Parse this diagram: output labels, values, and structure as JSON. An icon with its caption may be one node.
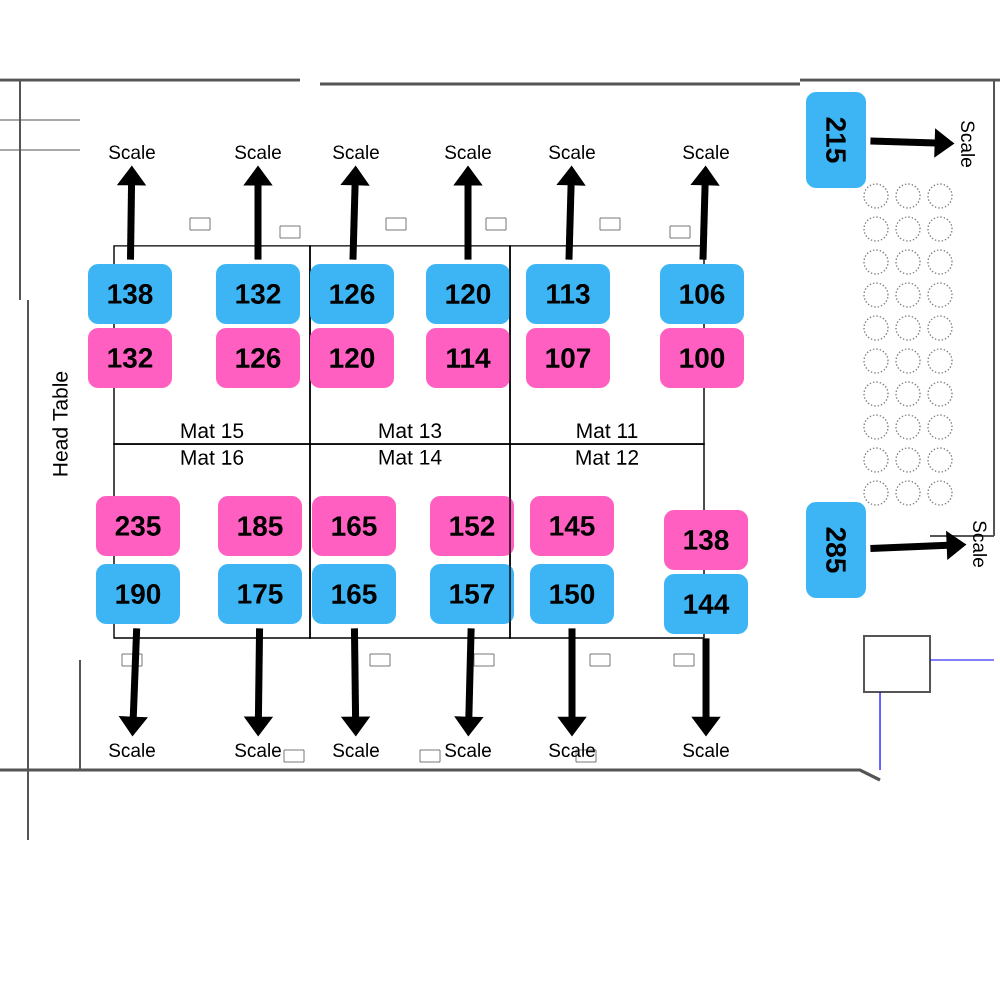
{
  "diagram": {
    "nodes": [
      {
        "text": [
          "Scale"
        ]
      },
      {
        "text": [
          "Scale"
        ]
      },
      {
        "text": [
          "Scale"
        ]
      },
      {
        "text": [
          "Scale"
        ]
      },
      {
        "text": [
          "Scale"
        ]
      },
      {
        "text": [
          "Scale"
        ]
      },
      {
        "text": [
          "215"
        ]
      },
      {
        "text": [
          "Scale"
        ]
      },
      {
        "text": [
          "Mat 15"
        ]
      },
      {
        "text": [
          "Mat 13"
        ]
      },
      {
        "text": [
          "Mat 11"
        ]
      },
      {
        "text": [
          "Mat 16"
        ]
      },
      {
        "text": [
          "Mat 14"
        ]
      },
      {
        "text": [
          "Mat 12"
        ]
      },
      {
        "text": [
          "138"
        ]
      },
      {
        "text": [
          "132"
        ],
        "in": 8
      },
      {
        "text": [
          "126"
        ],
        "in": 9
      },
      {
        "text": [
          "120"
        ],
        "in": 9
      },
      {
        "text": [
          "113"
        ],
        "in": 10
      },
      {
        "text": [
          "106"
        ]
      },
      {
        "text": [
          "132"
        ]
      },
      {
        "text": [
          "126"
        ],
        "in": 8
      },
      {
        "text": [
          "120"
        ],
        "in": 9
      },
      {
        "text": [
          "114"
        ],
        "in": 9
      },
      {
        "text": [
          "107"
        ],
        "in": 10
      },
      {
        "text": [
          "100"
        ]
      },
      {
        "text": [
          "235"
        ]
      },
      {
        "text": [
          "185"
        ],
        "in": 11
      },
      {
        "text": [
          "165"
        ],
        "in": 12
      },
      {
        "text": [
          "152"
        ],
        "in": 12
      },
      {
        "text": [
          "145"
        ],
        "in": 13
      },
      {
        "text": [
          "138"
        ]
      },
      {
        "text": [
          "190"
        ]
      },
      {
        "text": [
          "175"
        ],
        "in": 11
      },
      {
        "text": [
          "165"
        ],
        "in": 12
      },
      {
        "text": [
          "157"
        ],
        "in": 12
      },
      {
        "text": [
          "150"
        ],
        "in": 13
      },
      {
        "text": [
          "144"
        ]
      },
      {
        "text": [
          "285"
        ]
      },
      {
        "text": [
          "Scale"
        ]
      },
      {
        "text": [
          "Scale"
        ]
      },
      {
        "text": [
          "Scale"
        ]
      },
      {
        "text": [
          "Scale"
        ]
      },
      {
        "text": [
          "Scale"
        ]
      },
      {
        "text": [
          "Scale"
        ]
      },
      {
        "text": [
          "Scale"
        ]
      }
    ],
    "edges": [
      {
        "from": 14,
        "to": 0,
        "arrow": "to"
      },
      {
        "from": 15,
        "to": 1,
        "arrow": "to"
      },
      {
        "from": 16,
        "to": 2,
        "arrow": "to"
      },
      {
        "from": 17,
        "to": 3,
        "arrow": "to"
      },
      {
        "from": 18,
        "to": 4,
        "arrow": "to"
      },
      {
        "from": 19,
        "to": 5,
        "arrow": "to"
      },
      {
        "from": 6,
        "to": 7,
        "arrow": "to"
      },
      {
        "from": 32,
        "to": 40,
        "arrow": "to"
      },
      {
        "from": 33,
        "to": 41,
        "arrow": "to"
      },
      {
        "from": 34,
        "to": 42,
        "arrow": "to"
      },
      {
        "from": 35,
        "to": 43,
        "arrow": "to"
      },
      {
        "from": 36,
        "to": 44,
        "arrow": "to"
      },
      {
        "from": 37,
        "to": 45,
        "arrow": "to"
      },
      {
        "from": 38,
        "to": 39,
        "arrow": "to"
      }
    ],
    "labels": [
      "Head Table"
    ]
  }
}
